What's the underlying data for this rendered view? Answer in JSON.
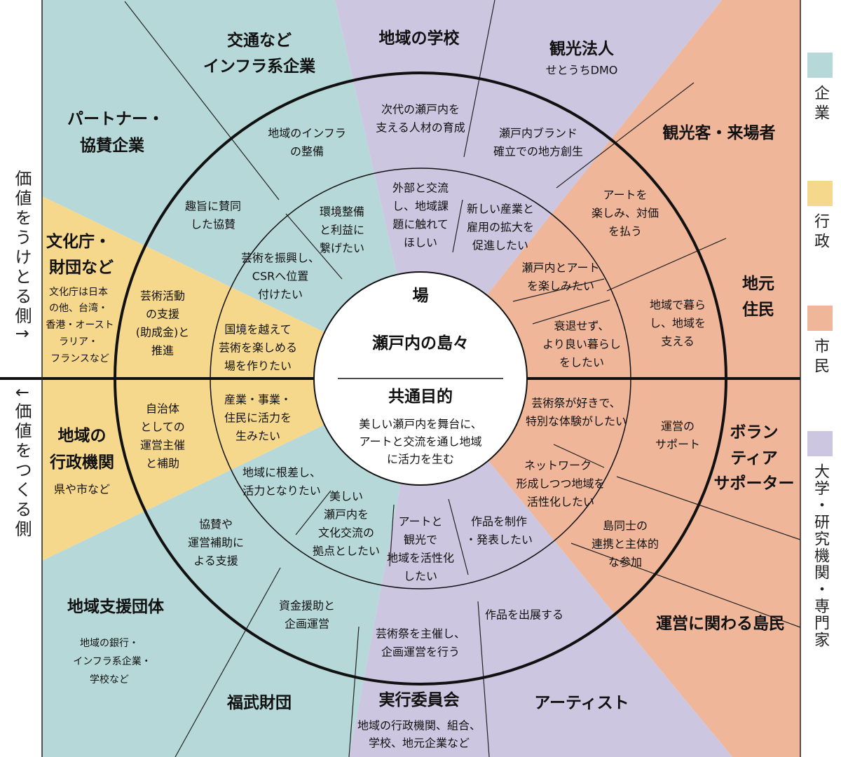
{
  "colors": {
    "company": "#b7d8d8",
    "gov": "#f6d88c",
    "citizen": "#efb69a",
    "academia": "#cdc6e0",
    "line": "#111111"
  },
  "left_axis": {
    "receive": "価値をうけとる側↑",
    "create": "↓価値をつくる側"
  },
  "legend": [
    {
      "label": "企業",
      "color": "#b7d8d8"
    },
    {
      "label": "行政",
      "color": "#f6d88c"
    },
    {
      "label": "市民",
      "color": "#efb69a"
    },
    {
      "label": "大学・研究機関・専門家",
      "color": "#cdc6e0"
    }
  ],
  "center": {
    "place_title": "場",
    "place_name": "瀬戸内の島々",
    "goal_title": "共通目的",
    "goal_lines": [
      "美しい瀬戸内を舞台に、",
      "アートと交流を通し地域",
      "に活力を生む"
    ]
  },
  "outer": {
    "infra_company": [
      "交通など",
      "インフラ系企業"
    ],
    "local_school": [
      "地域の学校"
    ],
    "dmo_title": "観光法人",
    "dmo_sub": "せとうちDMO",
    "partner": [
      "パートナー・",
      "協賛企業"
    ],
    "tourist": "観光客・来場者",
    "bunka_title": [
      "文化庁・",
      "財団など"
    ],
    "bunka_sub": [
      "文化庁は日本",
      "の他、台湾・",
      "香港・オースト",
      "ラリア・",
      "フランスなど"
    ],
    "residents": [
      "地元",
      "住民"
    ],
    "gov_title": [
      "地域の",
      "行政機関"
    ],
    "gov_sub": "県や市など",
    "volunteer": [
      "ボラン",
      "ティア",
      "サポーター"
    ],
    "support_title": "地域支援団体",
    "support_sub": [
      "地域の銀行・",
      "インフラ系企業・",
      "学校など"
    ],
    "islanders": "運営に関わる島民",
    "fukutake": "福武財団",
    "committee_title": "実行委員会",
    "committee_sub": [
      "地域の行政機関、組合、",
      "学校、地元企業など"
    ],
    "artist": "アーティスト"
  },
  "ring1": {
    "infra": [
      "地域のインフラ",
      "の整備"
    ],
    "school": [
      "次代の瀬戸内を",
      "支える人材の育成"
    ],
    "dmo": [
      "瀬戸内ブランド",
      "確立での地方創生"
    ],
    "partner": [
      "趣旨に賛同",
      "した協賛"
    ],
    "tourist": [
      "アートを",
      "楽しみ、対価",
      "を払う"
    ],
    "bunka": [
      "芸術活動",
      "の支援",
      "(助成金)と",
      "推進"
    ],
    "residents": [
      "地域で暮ら",
      "し、地域を",
      "支える"
    ],
    "gov": [
      "自治体",
      "としての",
      "運営主催",
      "と補助"
    ],
    "volunteer": [
      "運営の",
      "サポート"
    ],
    "support": [
      "協賛や",
      "運営補助に",
      "よる支援"
    ],
    "islanders": [
      "島同士の",
      "連携と主体的",
      "な参加"
    ],
    "fukutake": [
      "資金援助と",
      "企画運営"
    ],
    "committee": [
      "芸術祭を主催し、",
      "企画運営を行う"
    ],
    "artist": [
      "作品を出展する"
    ]
  },
  "ring2": {
    "env": [
      "環境整備",
      "と利益に",
      "繋げたい"
    ],
    "external": [
      "外部と交流",
      "し、地域課",
      "題に触れて",
      "ほしい"
    ],
    "industry": [
      "新しい産業と",
      "雇用の拡大を",
      "促進したい"
    ],
    "csr": [
      "芸術を振興し、",
      "CSRへ位置",
      "付けたい"
    ],
    "enjoy": [
      "瀬戸内とアート",
      "を楽しみたい"
    ],
    "border": [
      "国境を越えて",
      "芸術を楽しめる",
      "場を作りたい"
    ],
    "decline": [
      "衰退せず、",
      "より良い暮らし",
      "をしたい"
    ],
    "vitalize": [
      "産業・事業・",
      "住民に活力を",
      "生みたい"
    ],
    "festival": [
      "芸術祭が好きで、",
      "特別な体験がしたい"
    ],
    "rooted": [
      "地域に根差し、",
      "活力となりたい"
    ],
    "network": [
      "ネットワーク",
      "形成しつつ地域を",
      "活性化したい"
    ],
    "hub": [
      "美しい",
      "瀬戸内を",
      "文化交流の",
      "拠点としたい"
    ],
    "art_tourism": [
      "アートと",
      "観光で",
      "地域を活性化",
      "したい"
    ],
    "create": [
      "作品を制作",
      "・発表したい"
    ]
  }
}
